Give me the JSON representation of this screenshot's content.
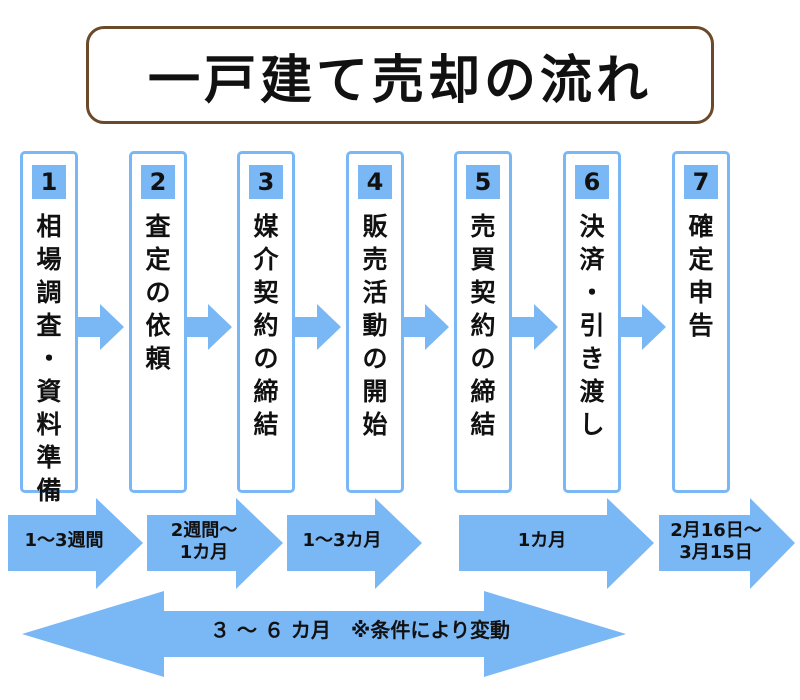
{
  "title": "一戸建て売却の流れ",
  "steps": [
    {
      "num": "1",
      "label": "相場調査・資料準備"
    },
    {
      "num": "2",
      "label": "査定の依頼"
    },
    {
      "num": "3",
      "label": "媒介契約の締結"
    },
    {
      "num": "4",
      "label": "販売活動の開始"
    },
    {
      "num": "5",
      "label": "売買契約の締結"
    },
    {
      "num": "6",
      "label": "決済・引き渡し"
    },
    {
      "num": "7",
      "label": "確定申告"
    }
  ],
  "durations": [
    {
      "label": "1〜3週間"
    },
    {
      "label": "2週間〜\n1カ月"
    },
    {
      "label": "1〜3カ月"
    },
    {
      "label": "1カ月"
    },
    {
      "label": "2月16日〜\n3月15日"
    }
  ],
  "overall": "３ 〜 ６ カ月　※条件により変動",
  "colors": {
    "accent": "#7ab7f5",
    "title_border": "#6b4a2a",
    "text": "#111111"
  }
}
